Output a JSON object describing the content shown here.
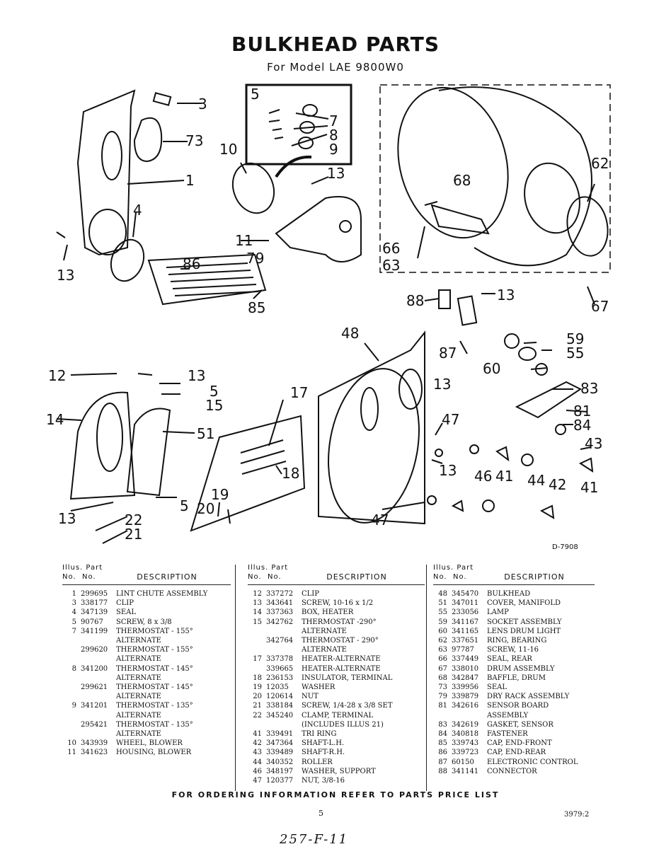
{
  "header": {
    "title": "BULKHEAD PARTS",
    "subtitle": "For Model LAE 9800W0"
  },
  "diagram": {
    "callouts": [
      "3",
      "73",
      "1",
      "4",
      "13",
      "86",
      "79",
      "85",
      "5",
      "7",
      "8",
      "9",
      "10",
      "13",
      "11",
      "62",
      "68",
      "66",
      "63",
      "67",
      "88",
      "13",
      "48",
      "87",
      "13",
      "59",
      "55",
      "60",
      "83",
      "81",
      "84",
      "12",
      "13",
      "5",
      "15",
      "14",
      "51",
      "17",
      "18",
      "19",
      "20",
      "5",
      "13",
      "22",
      "21",
      "47",
      "43",
      "13",
      "46",
      "41",
      "44",
      "42",
      "41",
      "47"
    ],
    "code": "D-7908"
  },
  "table": {
    "col_headers": {
      "illus_line1": "Illus.",
      "part_line1": "Part",
      "illus_line2": "No.",
      "part_line2": "No.",
      "description": "DESCRIPTION"
    },
    "columns": [
      [
        {
          "no": "1",
          "part": "299695",
          "desc": "LINT CHUTE ASSEMBLY"
        },
        {
          "no": "3",
          "part": "338177",
          "desc": "CLIP"
        },
        {
          "no": "4",
          "part": "347139",
          "desc": "SEAL"
        },
        {
          "no": "5",
          "part": "90767",
          "desc": "SCREW, 8 x 3/8"
        },
        {
          "no": "7",
          "part": "341199",
          "desc": "THERMOSTAT - 155°"
        },
        {
          "no": "",
          "part": "",
          "desc": "ALTERNATE"
        },
        {
          "no": "",
          "part": "299620",
          "desc": "THERMOSTAT - 155°"
        },
        {
          "no": "",
          "part": "",
          "desc": "ALTERNATE"
        },
        {
          "no": "8",
          "part": "341200",
          "desc": "THERMOSTAT - 145°"
        },
        {
          "no": "",
          "part": "",
          "desc": "ALTERNATE"
        },
        {
          "no": "",
          "part": "299621",
          "desc": "THERMOSTAT - 145°"
        },
        {
          "no": "",
          "part": "",
          "desc": "ALTERNATE"
        },
        {
          "no": "9",
          "part": "341201",
          "desc": "THERMOSTAT - 135°"
        },
        {
          "no": "",
          "part": "",
          "desc": "ALTERNATE"
        },
        {
          "no": "",
          "part": "295421",
          "desc": "THERMOSTAT - 135°"
        },
        {
          "no": "",
          "part": "",
          "desc": "ALTERNATE"
        },
        {
          "no": "10",
          "part": "343939",
          "desc": "WHEEL, BLOWER"
        },
        {
          "no": "11",
          "part": "341623",
          "desc": "HOUSING, BLOWER"
        }
      ],
      [
        {
          "no": "12",
          "part": "337272",
          "desc": "CLIP"
        },
        {
          "no": "13",
          "part": "343641",
          "desc": "SCREW, 10-16 x 1/2"
        },
        {
          "no": "14",
          "part": "337363",
          "desc": "BOX, HEATER"
        },
        {
          "no": "15",
          "part": "342762",
          "desc": "THERMOSTAT -290°"
        },
        {
          "no": "",
          "part": "",
          "desc": "ALTERNATE"
        },
        {
          "no": "",
          "part": "342764",
          "desc": "THERMOSTAT - 290°"
        },
        {
          "no": "",
          "part": "",
          "desc": "ALTERNATE"
        },
        {
          "no": "17",
          "part": "337378",
          "desc": "HEATER-ALTERNATE"
        },
        {
          "no": "",
          "part": "339665",
          "desc": "HEATER-ALTERNATE"
        },
        {
          "no": "18",
          "part": "236153",
          "desc": "INSULATOR, TERMINAL"
        },
        {
          "no": "19",
          "part": "12035",
          "desc": "WASHER"
        },
        {
          "no": "20",
          "part": "120614",
          "desc": "NUT"
        },
        {
          "no": "21",
          "part": "338184",
          "desc": "SCREW, 1/4-28 x 3/8 SET"
        },
        {
          "no": "22",
          "part": "345240",
          "desc": "CLAMP, TERMINAL"
        },
        {
          "no": "",
          "part": "",
          "desc": "(INCLUDES ILLUS 21)"
        },
        {
          "no": "41",
          "part": "339491",
          "desc": "TRI RING"
        },
        {
          "no": "42",
          "part": "347364",
          "desc": "SHAFT-L.H."
        },
        {
          "no": "43",
          "part": "339489",
          "desc": "SHAFT-R.H."
        },
        {
          "no": "44",
          "part": "340352",
          "desc": "ROLLER"
        },
        {
          "no": "46",
          "part": "348197",
          "desc": "WASHER, SUPPORT"
        },
        {
          "no": "47",
          "part": "120377",
          "desc": "NUT, 3/8-16"
        }
      ],
      [
        {
          "no": "48",
          "part": "345470",
          "desc": "BULKHEAD"
        },
        {
          "no": "51",
          "part": "347011",
          "desc": "COVER, MANIFOLD"
        },
        {
          "no": "55",
          "part": "233056",
          "desc": "LAMP"
        },
        {
          "no": "59",
          "part": "341167",
          "desc": "SOCKET ASSEMBLY"
        },
        {
          "no": "60",
          "part": "341165",
          "desc": "LENS DRUM LIGHT"
        },
        {
          "no": "62",
          "part": "337651",
          "desc": "RING, BEARING"
        },
        {
          "no": "63",
          "part": "97787",
          "desc": "SCREW, 11-16"
        },
        {
          "no": "66",
          "part": "337449",
          "desc": "SEAL, REAR"
        },
        {
          "no": "67",
          "part": "338010",
          "desc": "DRUM ASSEMBLY"
        },
        {
          "no": "68",
          "part": "342847",
          "desc": "BAFFLE, DRUM"
        },
        {
          "no": "73",
          "part": "339956",
          "desc": "SEAL"
        },
        {
          "no": "79",
          "part": "339879",
          "desc": "DRY RACK ASSEMBLY"
        },
        {
          "no": "81",
          "part": "342616",
          "desc": "SENSOR BOARD"
        },
        {
          "no": "",
          "part": "",
          "desc": "ASSEMBLY"
        },
        {
          "no": "83",
          "part": "342619",
          "desc": "GASKET, SENSOR"
        },
        {
          "no": "84",
          "part": "340818",
          "desc": "FASTENER"
        },
        {
          "no": "85",
          "part": "339743",
          "desc": "CAP, END-FRONT"
        },
        {
          "no": "86",
          "part": "339723",
          "desc": "CAP, END-REAR"
        },
        {
          "no": "87",
          "part": "60150",
          "desc": "ELECTRONIC CONTROL"
        },
        {
          "no": "88",
          "part": "341141",
          "desc": "CONNECTOR"
        }
      ]
    ]
  },
  "footer": {
    "ordering_note": "FOR ORDERING INFORMATION REFER TO PARTS PRICE LIST",
    "page_number": "5",
    "doc_code": "3979:2",
    "handwritten": "257-F-11"
  }
}
